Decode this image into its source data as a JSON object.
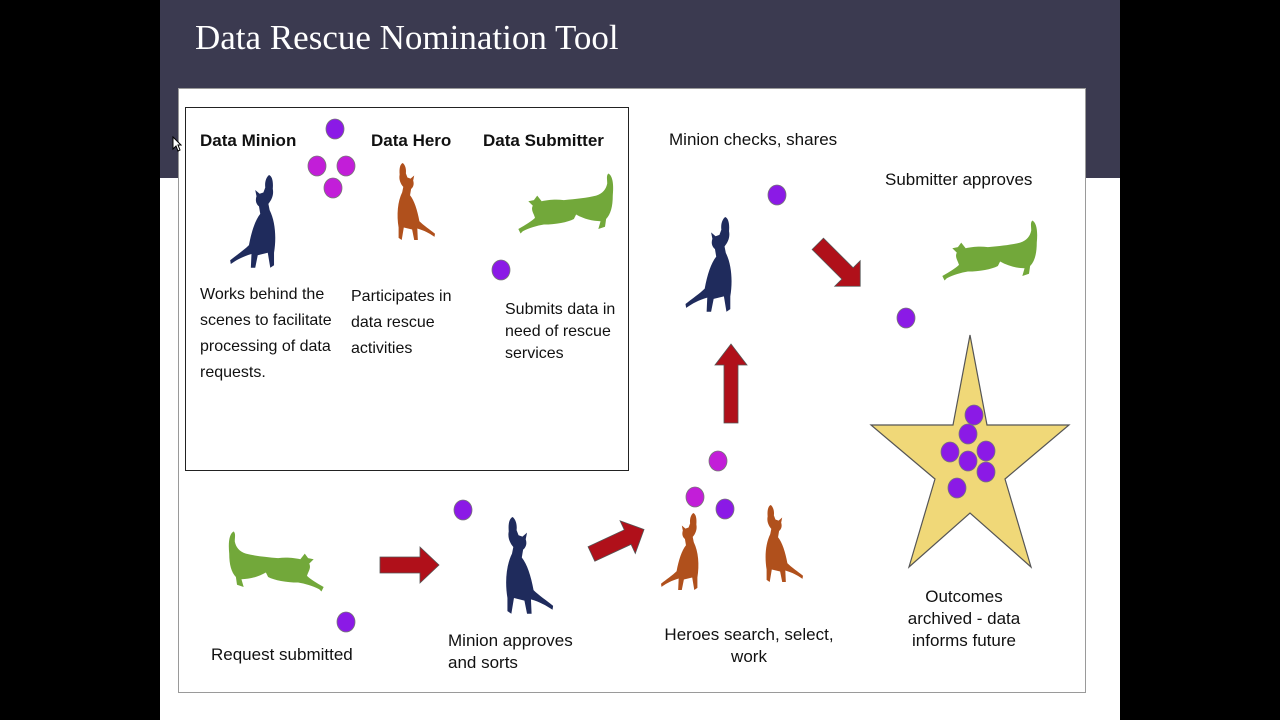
{
  "slide": {
    "title": "Data Rescue Nomination Tool"
  },
  "legend": {
    "minion": {
      "heading": "Data Minion",
      "description": "Works behind the scenes to facilitate processing of data requests."
    },
    "hero": {
      "heading": "Data Hero",
      "description": "Participates in data rescue activities"
    },
    "submitter": {
      "heading": "Data Submitter",
      "description": "Submits data in need of rescue services"
    }
  },
  "steps": {
    "request_submitted": "Request submitted",
    "minion_approves": "Minion approves and sorts",
    "heroes_work": "Heroes search, select, work",
    "minion_checks": "Minion checks, shares",
    "submitter_approves": "Submitter approves",
    "outcomes": "Outcomes archived - data informs future"
  },
  "colors": {
    "minion": "#1f2b5c",
    "hero": "#b0501c",
    "submitter": "#72a83a",
    "ball_purple": "#8b1ae6",
    "ball_magenta": "#c21ed8",
    "arrow": "#b0101a",
    "star": "#f0d878",
    "header": "#3b3a50"
  }
}
